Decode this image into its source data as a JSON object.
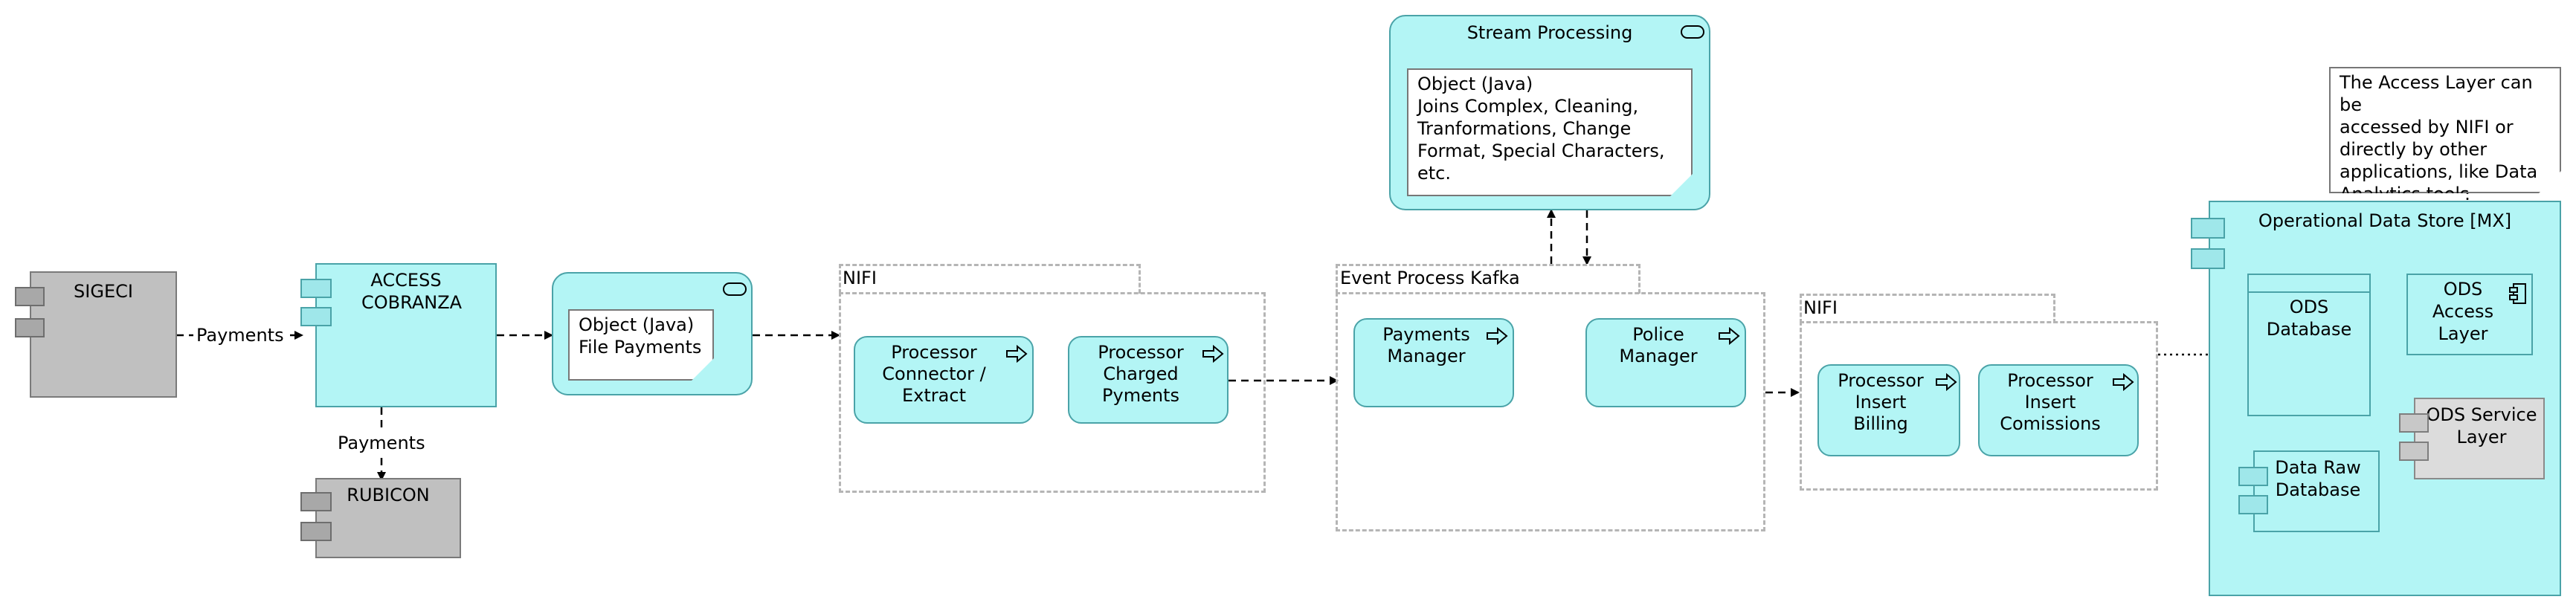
{
  "nodes": {
    "sigeci": {
      "label": "SIGECI"
    },
    "access_cobranza": {
      "label": "ACCESS COBRANZA"
    },
    "rubicon": {
      "label": "RUBICON"
    },
    "object_file_payments": {
      "line1": "Object (Java)",
      "line2": "File Payments"
    },
    "stream_processing": {
      "title": "Stream Processing",
      "note_lines": [
        "Object (Java)",
        "Joins Complex, Cleaning,",
        "Tranformations, Change",
        "Format, Special Characters,",
        "etc."
      ]
    },
    "ods_store": {
      "title": "Operational Data Store [MX]",
      "ods_database": "ODS Database",
      "ods_access_layer": "ODS Access Layer",
      "ods_service_layer": "ODS Service Layer",
      "data_raw_database": "Data Raw Database"
    },
    "access_note": {
      "lines": [
        "The Access Layer can be",
        "accessed by NIFI or",
        "directly by other",
        "applications, like Data",
        "Analytics tools."
      ]
    }
  },
  "groups": {
    "nifi_1": {
      "title": "NIFI",
      "processors": [
        {
          "lines": [
            "Processor",
            "Connector /",
            "Extract"
          ]
        },
        {
          "lines": [
            "Processor",
            "Charged",
            "Pyments"
          ]
        }
      ]
    },
    "event_kafka": {
      "title": "Event Process Kafka",
      "processors": [
        {
          "lines": [
            "Payments",
            "Manager"
          ]
        },
        {
          "lines": [
            "Police",
            "Manager"
          ]
        }
      ]
    },
    "nifi_2": {
      "title": "NIFI",
      "processors": [
        {
          "lines": [
            "Processor",
            "Insert",
            "Billing"
          ]
        },
        {
          "lines": [
            "Processor",
            "Insert",
            "Comissions"
          ]
        }
      ]
    }
  },
  "edges": {
    "sigeci_to_access": "Payments",
    "access_to_rubicon": "Payments"
  },
  "colors": {
    "cyan_fill": "#b3f5f5",
    "cyan_border": "#4aa3a8",
    "gray_fill": "#c0c0c0",
    "group_border": "#b5b5b5"
  }
}
